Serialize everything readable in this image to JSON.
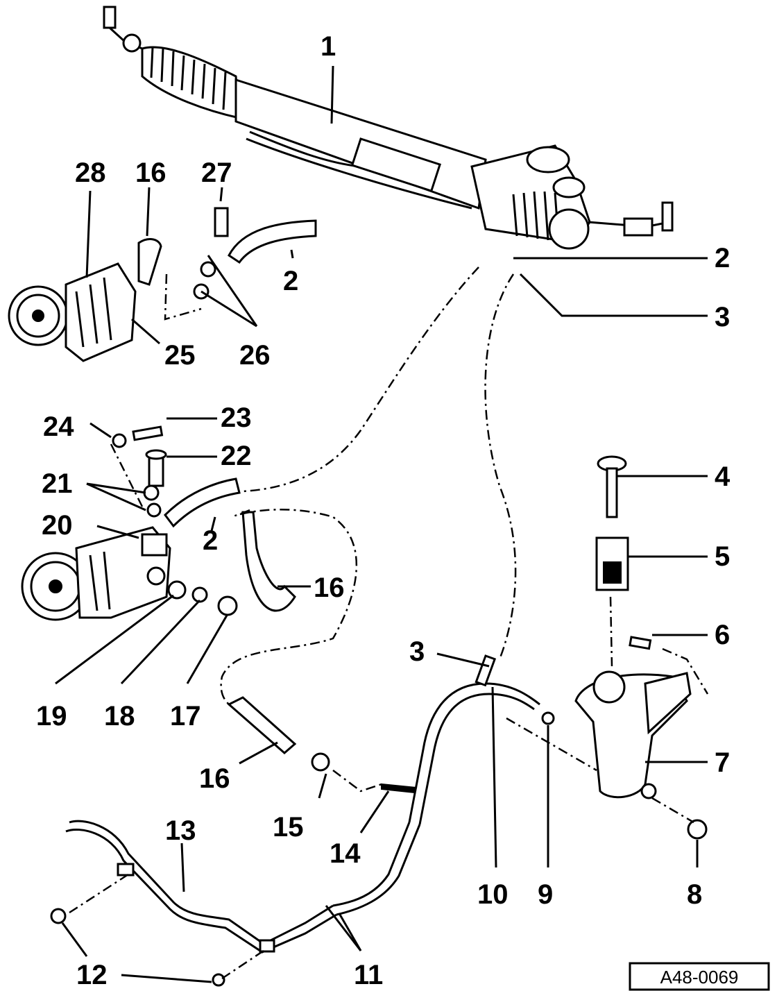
{
  "diagram": {
    "reference_code": "A48-0069",
    "callouts": {
      "c1": "1",
      "c2a": "2",
      "c2b": "2",
      "c2c": "2",
      "c3a": "3",
      "c3b": "3",
      "c4": "4",
      "c5": "5",
      "c6": "6",
      "c7": "7",
      "c8": "8",
      "c9": "9",
      "c10": "10",
      "c11": "11",
      "c12": "12",
      "c13": "13",
      "c14": "14",
      "c15": "15",
      "c16a": "16",
      "c16b": "16",
      "c16c": "16",
      "c17": "17",
      "c18": "18",
      "c19": "19",
      "c20": "20",
      "c21": "21",
      "c22": "22",
      "c23": "23",
      "c24": "24",
      "c25": "25",
      "c26": "26",
      "c27": "27",
      "c28": "28"
    }
  }
}
